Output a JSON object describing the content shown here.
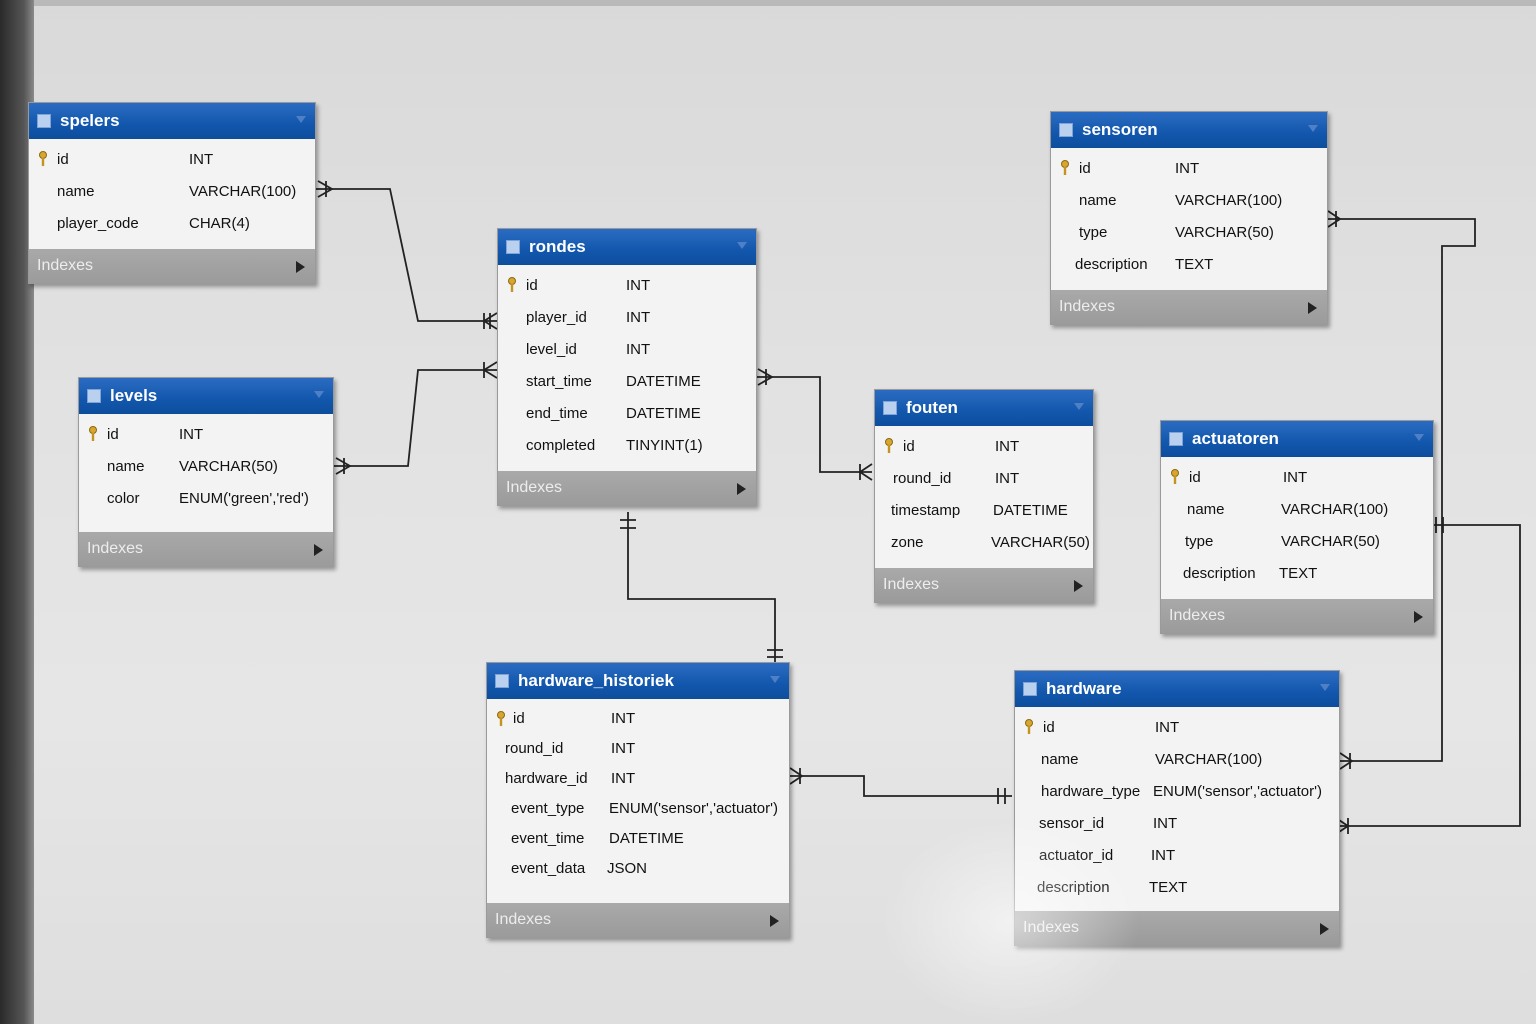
{
  "indexes_label": "Indexes",
  "colors": {
    "header": "#1257ad",
    "index_bar": "#a3a3a3",
    "line": "#222222"
  },
  "tables": {
    "spelers": {
      "name": "spelers",
      "columns": [
        {
          "name": "id",
          "type": "INT",
          "pk": true
        },
        {
          "name": "name",
          "type": "VARCHAR(100)"
        },
        {
          "name": "player_code",
          "type": "CHAR(4)"
        }
      ]
    },
    "rondes": {
      "name": "rondes",
      "columns": [
        {
          "name": "id",
          "type": "INT",
          "pk": true
        },
        {
          "name": "player_id",
          "type": "INT"
        },
        {
          "name": "level_id",
          "type": "INT"
        },
        {
          "name": "start_time",
          "type": "DATETIME"
        },
        {
          "name": "end_time",
          "type": "DATETIME"
        },
        {
          "name": "completed",
          "type": "TINYINT(1)"
        }
      ]
    },
    "levels": {
      "name": "levels",
      "columns": [
        {
          "name": "id",
          "type": "INT",
          "pk": true
        },
        {
          "name": "name",
          "type": "VARCHAR(50)"
        },
        {
          "name": "color",
          "type": "ENUM('green','red')"
        }
      ]
    },
    "sensoren": {
      "name": "sensoren",
      "columns": [
        {
          "name": "id",
          "type": "INT",
          "pk": true
        },
        {
          "name": "name",
          "type": "VARCHAR(100)"
        },
        {
          "name": "type",
          "type": "VARCHAR(50)"
        },
        {
          "name": "description",
          "type": "TEXT"
        }
      ]
    },
    "fouten": {
      "name": "fouten",
      "columns": [
        {
          "name": "id",
          "type": "INT",
          "pk": true
        },
        {
          "name": "round_id",
          "type": "INT"
        },
        {
          "name": "timestamp",
          "type": "DATETIME"
        },
        {
          "name": "zone",
          "type": "VARCHAR(50)"
        }
      ]
    },
    "actuatoren": {
      "name": "actuatoren",
      "columns": [
        {
          "name": "id",
          "type": "INT",
          "pk": true
        },
        {
          "name": "name",
          "type": "VARCHAR(100)"
        },
        {
          "name": "type",
          "type": "VARCHAR(50)"
        },
        {
          "name": "description",
          "type": "TEXT"
        }
      ]
    },
    "hardware_historiek": {
      "name": "hardware_historiek",
      "columns": [
        {
          "name": "id",
          "type": "INT",
          "pk": true
        },
        {
          "name": "round_id",
          "type": "INT"
        },
        {
          "name": "hardware_id",
          "type": "INT"
        },
        {
          "name": "event_type",
          "type": "ENUM('sensor','actuator')"
        },
        {
          "name": "event_time",
          "type": "DATETIME"
        },
        {
          "name": "event_data",
          "type": "JSON"
        }
      ]
    },
    "hardware": {
      "name": "hardware",
      "columns": [
        {
          "name": "id",
          "type": "INT",
          "pk": true
        },
        {
          "name": "name",
          "type": "VARCHAR(100)"
        },
        {
          "name": "hardware_type",
          "type": "ENUM('sensor','actuator')"
        },
        {
          "name": "sensor_id",
          "type": "INT"
        },
        {
          "name": "actuator_id",
          "type": "INT"
        },
        {
          "name": "description",
          "type": "TEXT"
        }
      ]
    }
  }
}
